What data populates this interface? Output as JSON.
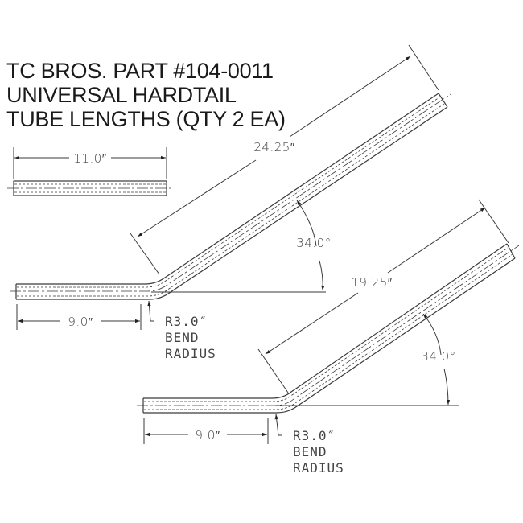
{
  "title": {
    "line1": "TC BROS. PART #104-0011",
    "line2": "UNIVERSAL HARDTAIL",
    "line3": "TUBE LENGTHS (QTY 2 EA)"
  },
  "straight_tube": {
    "length_label": "11.0″"
  },
  "bent_tube_1": {
    "overall_length_label": "24.25″",
    "angle_label": "34.0°",
    "straight_length_label": "9.0″",
    "bend_radius_label": "R3.0″",
    "bend_note_line1": "BEND",
    "bend_note_line2": "RADIUS"
  },
  "bent_tube_2": {
    "overall_length_label": "19.25″",
    "angle_label": "34.0°",
    "straight_length_label": "9.0″",
    "bend_radius_label": "R3.0″",
    "bend_note_line1": "BEND",
    "bend_note_line2": "RADIUS"
  },
  "colors": {
    "line": "#3a3a3a",
    "text": "#1a1a1a",
    "background": "#ffffff"
  }
}
